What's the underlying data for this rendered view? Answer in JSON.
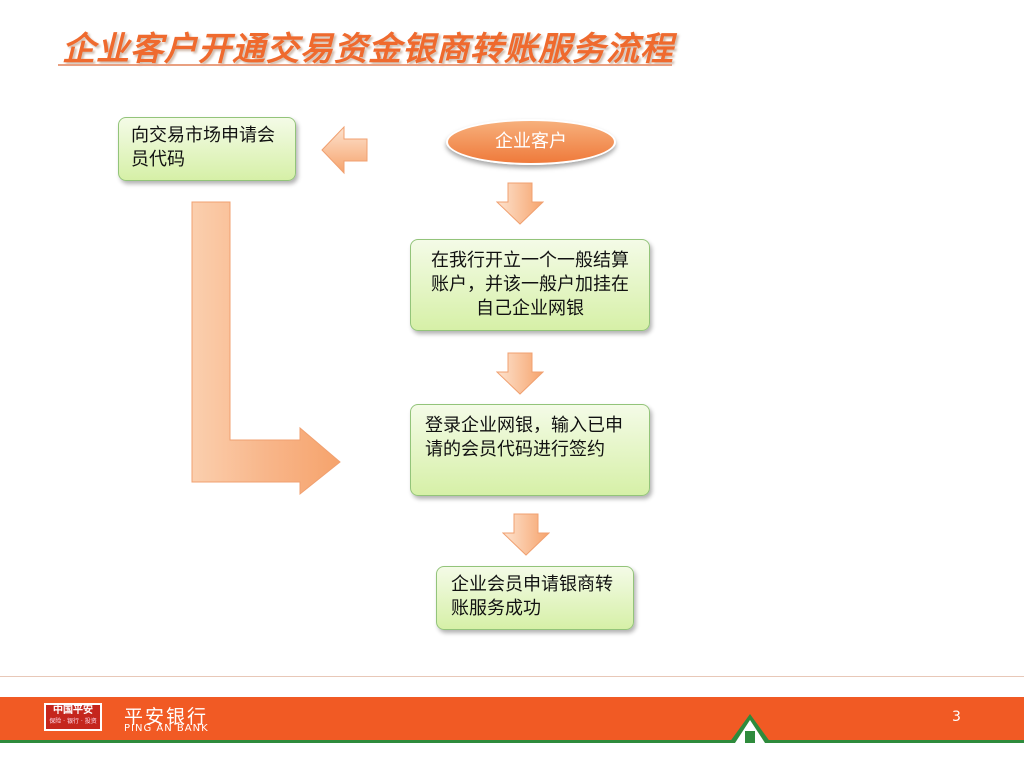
{
  "title": "企业客户开通交易资金银商转账服务流程",
  "nodes": {
    "start": "企业客户",
    "apply_code": "向交易市场申请会员代码",
    "open_account": "在我行开立一个一般结算账户，并该一般户加挂在自己企业网银",
    "sign_up": "登录企业网银，输入已申请的会员代码进行签约",
    "success": "企业会员申请银商转账服务成功"
  },
  "footer": {
    "logo_cn": "中国平安",
    "logo_sub": "保险 · 银行 · 投资",
    "bank_name_cn": "平安银行",
    "bank_name_en": "PING AN BANK",
    "page_number": "3"
  },
  "colors": {
    "title": "#ef6a2e",
    "oval": "#ef7a3b",
    "box_fill": "#d6f0a7",
    "arrow": "#f7a66f",
    "footer": "#f15a24",
    "footer_stripe": "#2e8b3c"
  }
}
